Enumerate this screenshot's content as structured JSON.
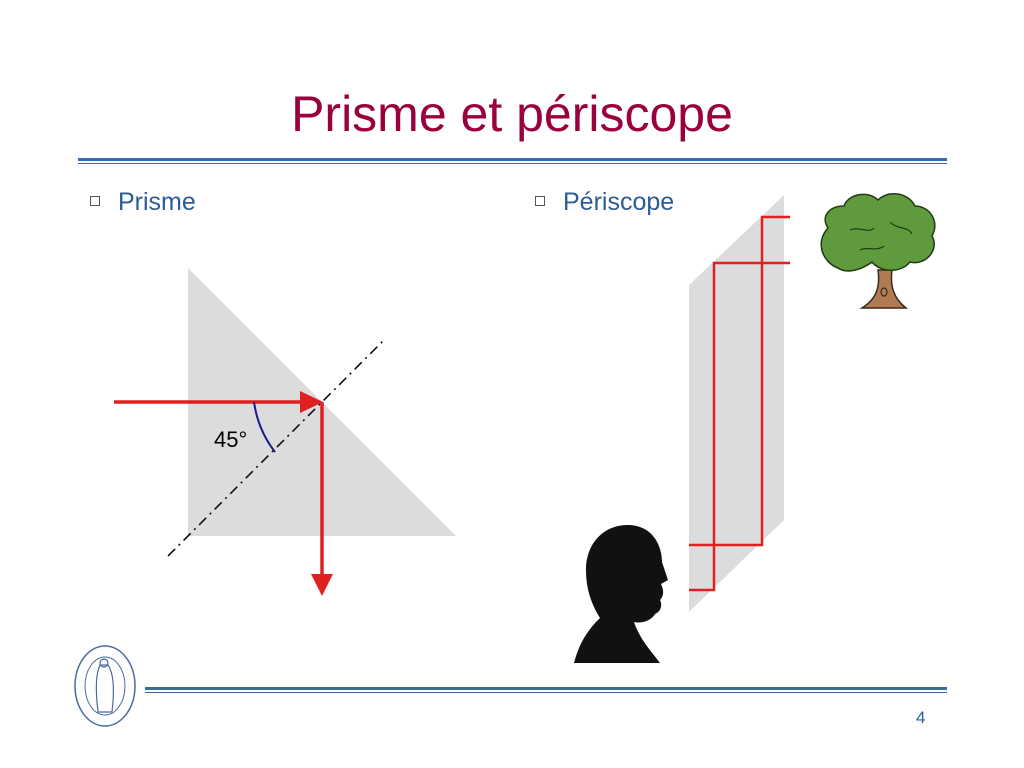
{
  "slide": {
    "title": "Prisme et périscope",
    "bullets": [
      {
        "label": "Prisme"
      },
      {
        "label": "Périscope"
      }
    ],
    "angle_label": "45°",
    "page_number": "4"
  },
  "colors": {
    "title": "#99003d",
    "bullet_text": "#2b5c96",
    "rule": "#3c6aa8",
    "ray": "#e02020",
    "prism_fill": "#dcdcdc",
    "angle_arc": "#1a1a8c",
    "tree_foliage": "#5f9a3c",
    "tree_trunk": "#b07a52",
    "silhouette": "#111111"
  },
  "icons": {
    "tree": "tree-icon",
    "head": "head-silhouette-icon",
    "logo": "university-seal-logo"
  }
}
